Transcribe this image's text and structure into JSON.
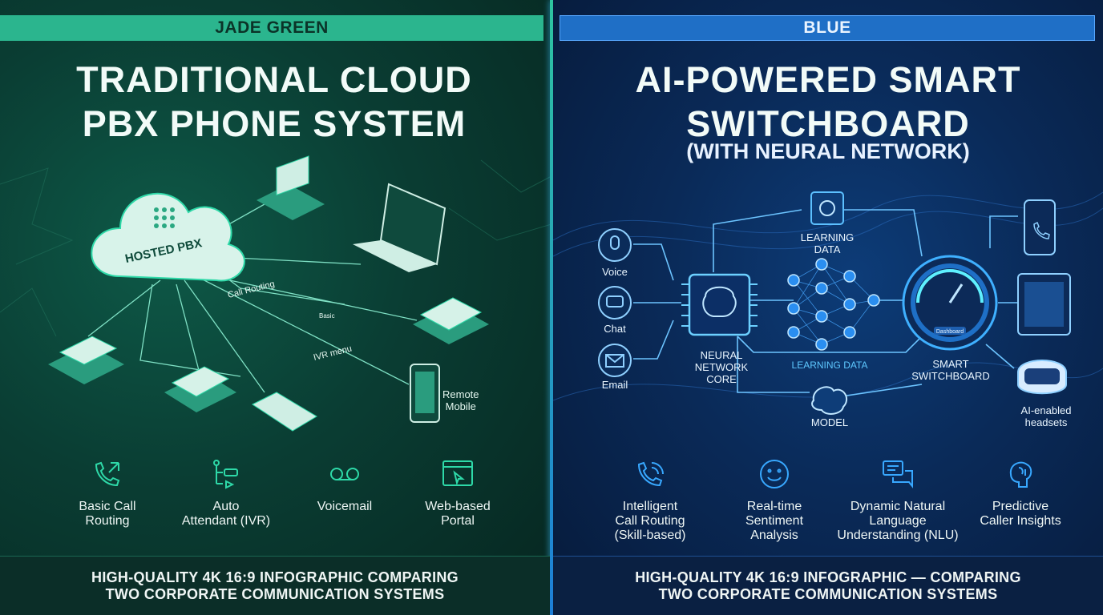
{
  "left": {
    "banner": "JADE GREEN",
    "title_line1": "TRADITIONAL CLOUD",
    "title_line2": "PBX PHONE SYSTEM",
    "diagram": {
      "cloud_label": "HOSTED PBX",
      "call_routing": "Call Routing",
      "basic": "Basic",
      "ivr_menu": "IVR menu",
      "remote_mobile_1": "Remote",
      "remote_mobile_2": "Mobile"
    },
    "features": [
      {
        "icon": "phone-routing-icon",
        "line1": "Basic Call",
        "line2": "Routing"
      },
      {
        "icon": "auto-attendant-icon",
        "line1": "Auto",
        "line2": "Attendant (IVR)"
      },
      {
        "icon": "voicemail-icon",
        "line1": "Voicemail",
        "line2": ""
      },
      {
        "icon": "web-portal-icon",
        "line1": "Web-based",
        "line2": "Portal"
      }
    ],
    "footer_line1": "HIGH-QUALITY 4K 16:9 INFOGRAPHIC COMPARING",
    "footer_line2": "TWO CORPORATE COMMUNICATION SYSTEMS",
    "accent": "#2ed9a8"
  },
  "right": {
    "banner": "BLUE",
    "title_line1": "AI-POWERED SMART",
    "title_line2": "SWITCHBOARD",
    "subtitle": "(WITH NEURAL NETWORK)",
    "diagram": {
      "voice": "Voice",
      "chat": "Chat",
      "email": "Email",
      "learning_data_top_1": "LEARNING",
      "learning_data_top_2": "DATA",
      "neural_core_1": "NEURAL",
      "neural_core_2": "NETWORK",
      "neural_core_3": "CORE",
      "learning_data_mid": "LEARNING DATA",
      "model": "MODEL",
      "dashboard": "Dashboard",
      "smart_1": "SMART",
      "smart_2": "SWITCHBOARD",
      "headsets_1": "AI-enabled",
      "headsets_2": "headsets"
    },
    "features": [
      {
        "icon": "intelligent-routing-icon",
        "line1": "Intelligent",
        "line2": "Call Routing",
        "line3": "(Skill-based)"
      },
      {
        "icon": "sentiment-icon",
        "line1": "Real-time",
        "line2": "Sentiment",
        "line3": "Analysis"
      },
      {
        "icon": "nlu-chat-icon",
        "line1": "Dynamic Natural",
        "line2": "Language",
        "line3": "Understanding (NLU)"
      },
      {
        "icon": "predictive-brain-icon",
        "line1": "Predictive",
        "line2": "Caller Insights",
        "line3": ""
      }
    ],
    "footer_line1": "HIGH-QUALITY 4K 16:9 INFOGRAPHIC — COMPARING",
    "footer_line2": "TWO CORPORATE COMMUNICATION SYSTEMS",
    "accent": "#38a8ff"
  }
}
